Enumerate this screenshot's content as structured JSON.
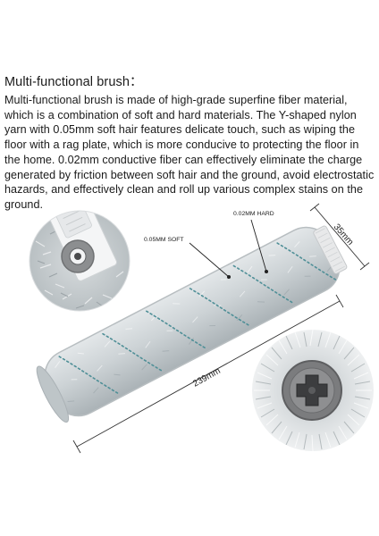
{
  "heading": "Multi-functional brush：",
  "description_lines": [
    "Multi-functional brush is made of high-grade superfine fiber material,",
    "which is a combination of soft and hard materials. The Y-shaped nylon",
    "yarn with 0.05mm soft hair features delicate touch, such as wiping the",
    "floor with a rag plate, which is more conducive to protecting the floor in",
    " the home. 0.02mm conductive fiber can effectively eliminate the charge",
    "generated by friction between soft hair and the ground, avoid electrostatic",
    "hazards, and effectively clean and roll up various complex stains on the",
    "ground."
  ],
  "labels": {
    "hard_fiber": "0.02MM HARD",
    "soft_fiber": "0.05MM SOFT",
    "diameter": "35mm",
    "length": "239mm"
  },
  "colors": {
    "fiber": "#c9cfd2",
    "fiber_dark": "#a9b2b7",
    "accent_fiber": "#4f8f97",
    "core": "#77787a"
  }
}
